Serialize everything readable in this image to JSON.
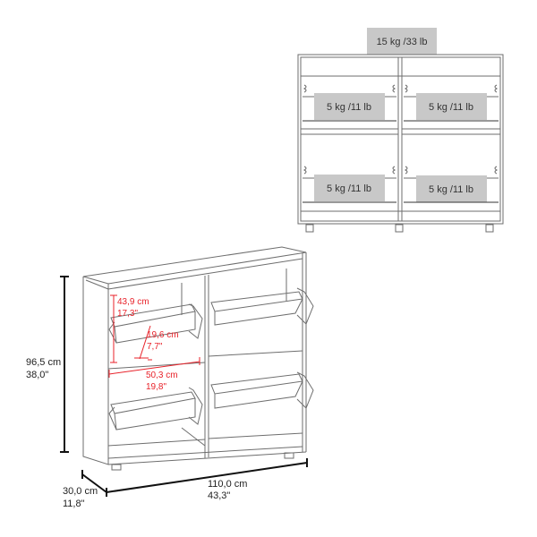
{
  "colors": {
    "line": "#6e6e6e",
    "weight_box": "#c8c8c8",
    "annotation_red": "#e8222a",
    "dimension_black": "#111111"
  },
  "front_view": {
    "top_load": "15 kg /33 lb",
    "compartments": [
      {
        "position": "top-left",
        "load": "5 kg /11 lb"
      },
      {
        "position": "top-right",
        "load": "5 kg /11 lb"
      },
      {
        "position": "bottom-left",
        "load": "5 kg /11 lb"
      },
      {
        "position": "bottom-right",
        "load": "5 kg /11 lb"
      }
    ]
  },
  "perspective_view": {
    "inner_height": {
      "cm": "43,9 cm",
      "in": "17,3\""
    },
    "door_depth": {
      "cm": "19,6 cm",
      "in": "7,7\""
    },
    "inner_width": {
      "cm": "50,3 cm",
      "in": "19,8\""
    }
  },
  "overall_dimensions": {
    "height": {
      "cm": "96,5 cm",
      "in": "38,0\""
    },
    "width": {
      "cm": "110,0 cm",
      "in": "43,3\""
    },
    "depth": {
      "cm": "30,0 cm",
      "in": "11,8\""
    }
  }
}
